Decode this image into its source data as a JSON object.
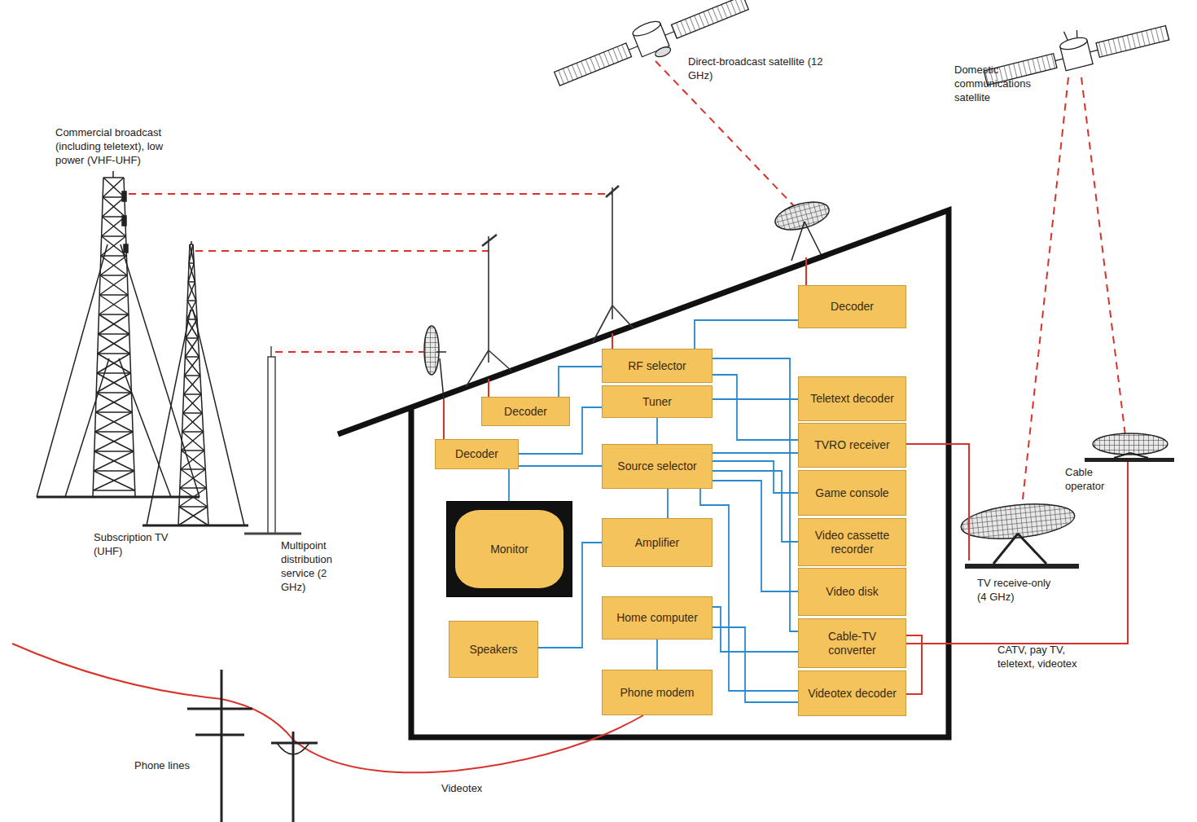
{
  "diagram": {
    "nodes": [
      {
        "text": [
          "Decoder"
        ]
      },
      {
        "text": [
          "RF selector"
        ]
      },
      {
        "text": [
          "Tuner"
        ]
      },
      {
        "text": [
          "Decoder"
        ]
      },
      {
        "text": [
          "Decoder"
        ]
      },
      {
        "text": [
          "Source selector"
        ]
      },
      {
        "text": [
          "Monitor"
        ]
      },
      {
        "text": [
          "Amplifier"
        ]
      },
      {
        "text": [
          "Speakers"
        ]
      },
      {
        "text": [
          "Home computer"
        ]
      },
      {
        "text": [
          "Phone modem"
        ]
      },
      {
        "text": [
          "Teletext decoder"
        ]
      },
      {
        "text": [
          "TVRO receiver"
        ]
      },
      {
        "text": [
          "Game console"
        ]
      },
      {
        "text": [
          "Video cassette recorder"
        ]
      },
      {
        "text": [
          "Video disk"
        ]
      },
      {
        "text": [
          "Cable-TV converter"
        ]
      },
      {
        "text": [
          "Videotex decoder"
        ]
      }
    ],
    "edges": [
      {
        "from": 1,
        "to": 0,
        "arrow": "none"
      },
      {
        "from": 3,
        "to": 1,
        "arrow": "none"
      },
      {
        "from": 4,
        "to": 2,
        "arrow": "none"
      },
      {
        "from": 1,
        "to": 12,
        "arrow": "none"
      },
      {
        "from": 1,
        "to": 16,
        "arrow": "none"
      },
      {
        "from": 2,
        "to": 11,
        "arrow": "none"
      },
      {
        "from": 2,
        "to": 5,
        "arrow": "none"
      },
      {
        "from": 5,
        "to": 6,
        "arrow": "none"
      },
      {
        "from": 5,
        "to": 12,
        "arrow": "none"
      },
      {
        "from": 5,
        "to": 13,
        "arrow": "none"
      },
      {
        "from": 5,
        "to": 14,
        "arrow": "none"
      },
      {
        "from": 5,
        "to": 15,
        "arrow": "none"
      },
      {
        "from": 5,
        "to": 17,
        "arrow": "none"
      },
      {
        "from": 5,
        "to": 7,
        "arrow": "none"
      },
      {
        "from": 7,
        "to": 8,
        "arrow": "none"
      },
      {
        "from": 9,
        "to": 16,
        "arrow": "none"
      },
      {
        "from": 9,
        "to": 17,
        "arrow": "none"
      },
      {
        "from": 9,
        "to": 10,
        "arrow": "none"
      }
    ],
    "labels": [
      "Direct-broadcast satellite (12 GHz)",
      "Domestic communications satellite",
      "Commercial broadcast (including teletext), low power (VHF-UHF)",
      "Subscription TV (UHF)",
      "Multipoint distribution service (2 GHz)",
      "Cable operator",
      "TV receive-only (4 GHz)",
      "CATV, pay TV, teletext, videotex",
      "Phone lines",
      "Videotex"
    ]
  }
}
